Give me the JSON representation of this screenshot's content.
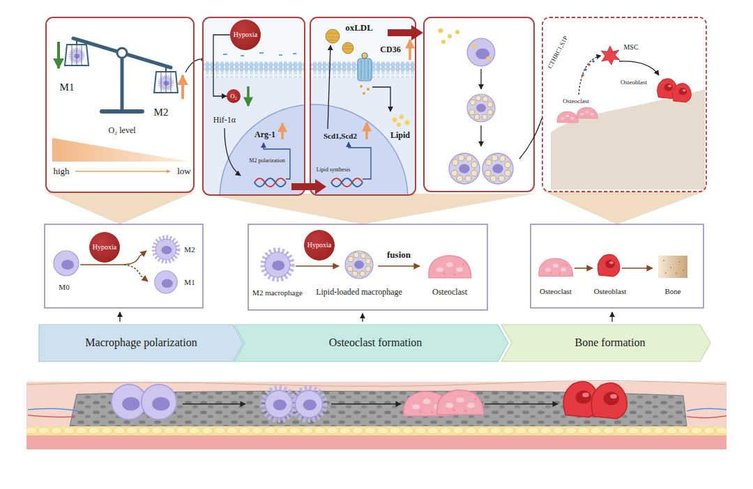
{
  "diagram": {
    "nodes": [
      {
        "text": [
          "Hypoxia"
        ]
      },
      {
        "text": [
          "O₂"
        ]
      },
      {
        "text": [
          "Hypoxia"
        ]
      },
      {
        "text": [
          "Hypoxia"
        ]
      },
      {
        "text": [
          "Macrophage polarization"
        ]
      },
      {
        "text": [
          "Osteoclast formation"
        ]
      },
      {
        "text": [
          "Bone formation"
        ]
      }
    ],
    "edges": [
      {
        "from": 0,
        "to": 1,
        "arrow": "to"
      }
    ],
    "labels": [
      "M1",
      "M2",
      "O₂ level",
      "high",
      "low",
      "Hif-1α",
      "Arg-1",
      "M2 polarization",
      "oxLDL",
      "CD36",
      "Scd1,Scd2",
      "Lipid synthesis",
      "Lipid",
      "CTHRC1,S1P",
      "MSC",
      "Osteoclast",
      "Osteoblast",
      "M0",
      "M2",
      "M1",
      "M2 macrophage",
      "fusion",
      "Lipid-loaded macrophage",
      "Osteoclast",
      "Osteoclast",
      "Osteoblast",
      "Bone"
    ]
  }
}
